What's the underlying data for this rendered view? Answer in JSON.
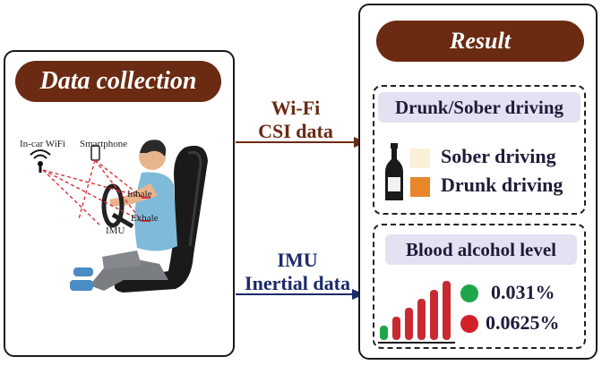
{
  "left_panel": {
    "title": "Data collection",
    "labels": {
      "wifi": "In-car WiFi",
      "smartphone": "Smartphone",
      "inhale": "Inhale",
      "exhale": "Exhale",
      "imu": "IMU"
    }
  },
  "arrows": {
    "top": {
      "line1": "Wi-Fi",
      "line2": "CSI data",
      "color": "#6b2a12"
    },
    "bottom": {
      "line1": "IMU",
      "line2": "Inertial data",
      "color": "#1c2a6b"
    }
  },
  "right_panel": {
    "title": "Result",
    "drunk_box": {
      "header": "Drunk/Sober driving",
      "legend": [
        {
          "label": "Sober driving",
          "color": "#fbf0d6"
        },
        {
          "label": "Drunk driving",
          "color": "#e8862a"
        }
      ]
    },
    "alcohol_box": {
      "header": "Blood alcohol level",
      "levels": [
        {
          "value": "0.031%",
          "color": "#1fa54a"
        },
        {
          "value": "0.0625%",
          "color": "#d0202a"
        }
      ]
    }
  }
}
